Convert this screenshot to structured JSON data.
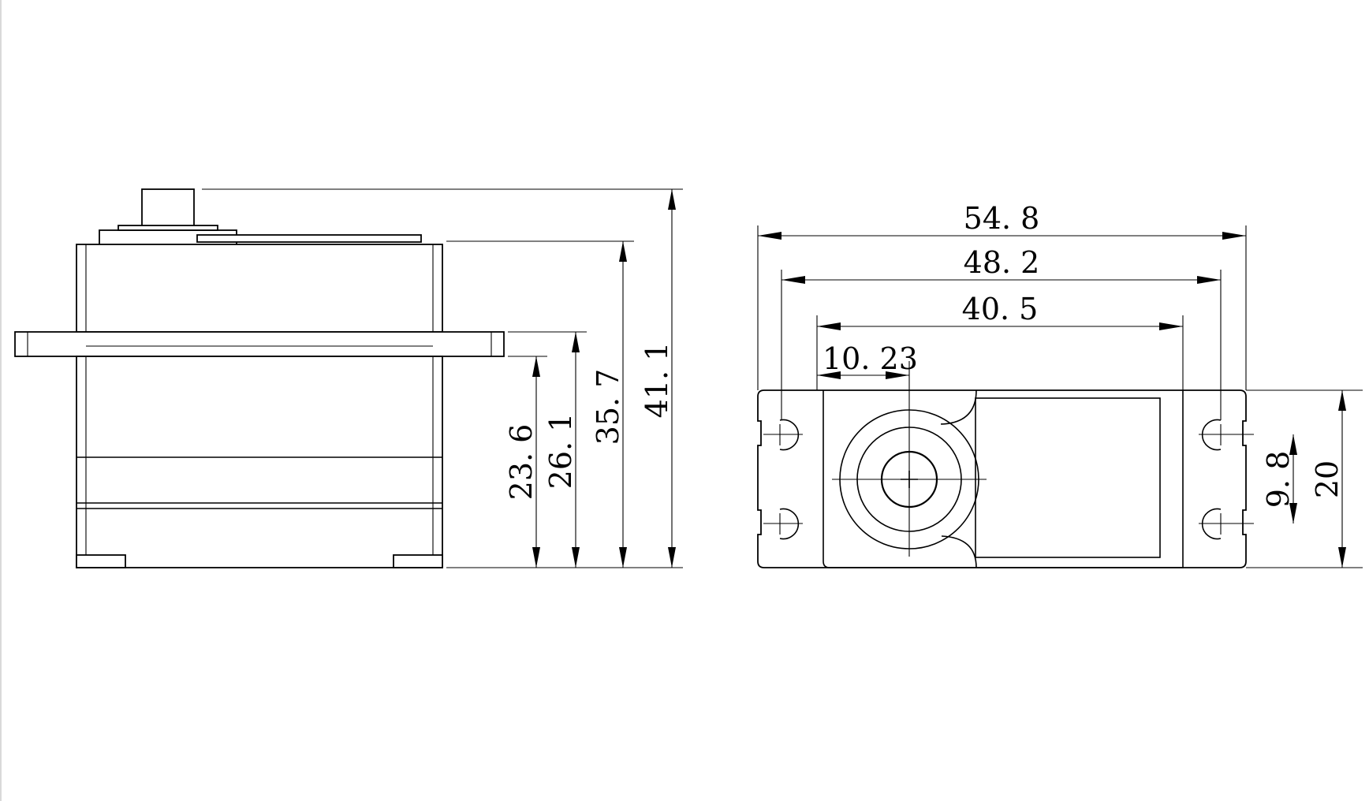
{
  "side_view": {
    "dimensions": {
      "d_23_6": "23. 6",
      "d_26_1": "26. 1",
      "d_35_7": "35. 7",
      "d_41_1": "41. 1"
    }
  },
  "top_view": {
    "dimensions": {
      "d_54_8": "54. 8",
      "d_48_2": "48. 2",
      "d_40_5": "40. 5",
      "d_10_23": "10. 23",
      "d_9_8": "9. 8",
      "d_20": "20"
    }
  }
}
